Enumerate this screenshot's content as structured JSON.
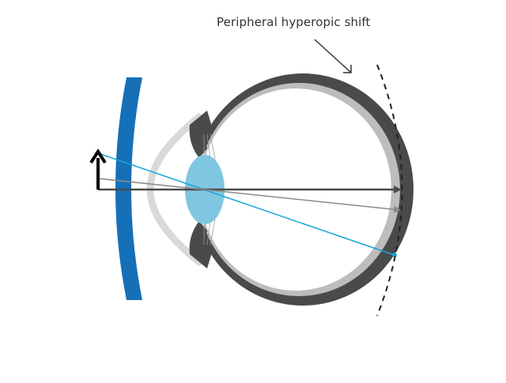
{
  "annotation": "Peripheral hyperopic shift",
  "colors": {
    "lens": "#1670b8",
    "sclera_dark": "#4a4a4a",
    "sclera_light": "#bdbdbd",
    "iris": "#d9d9d9",
    "crystalline_lens": "#7fc6e0",
    "ray_blue": "#1aa3dc",
    "ray_dark": "#4a4a4a",
    "ray_gray": "#8a8a8a",
    "object_arrow": "#000000",
    "focal_curve": "#222222"
  },
  "icons": [
    "object-arrow",
    "pointer-arrow"
  ]
}
